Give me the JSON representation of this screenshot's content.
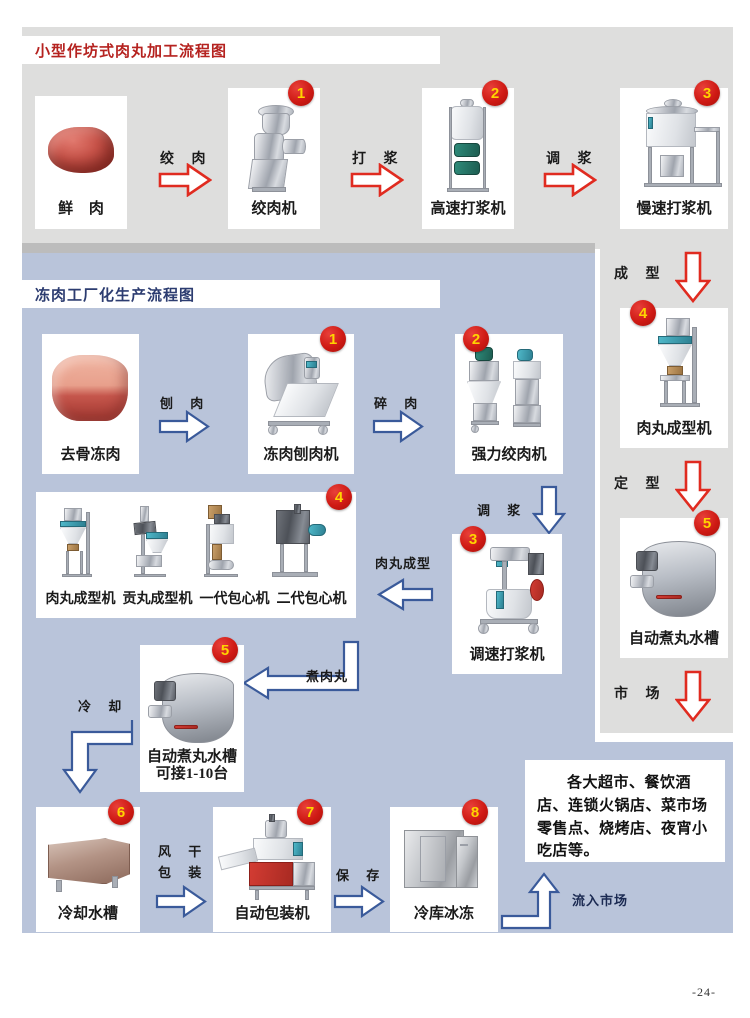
{
  "page": {
    "number": "-24-"
  },
  "section_top": {
    "title": "小型作坊式肉丸加工流程图",
    "title_color": "#b5221f",
    "cards": [
      {
        "badge": "",
        "caption": "鲜 肉",
        "icon": "fresh-meat-photo"
      },
      {
        "badge": "1",
        "caption": "绞肉机",
        "icon": "meat-grinder-photo"
      },
      {
        "badge": "2",
        "caption": "高速打浆机",
        "icon": "high-speed-beater-photo"
      },
      {
        "badge": "3",
        "caption": "慢速打浆机",
        "icon": "slow-speed-beater-photo"
      }
    ],
    "step_labels": [
      "绞 肉",
      "打 浆",
      "调 浆"
    ]
  },
  "section_bottom": {
    "title": "冻肉工厂化生产流程图",
    "title_color": "#2c3c70",
    "cards": [
      {
        "badge": "",
        "caption": "去骨冻肉",
        "icon": "boneless-frozen-meat-photo"
      },
      {
        "badge": "1",
        "caption": "冻肉刨肉机",
        "icon": "frozen-meat-slicer-photo"
      },
      {
        "badge": "2",
        "caption": "强力绞肉机",
        "icon": "heavy-duty-grinder-photo"
      },
      {
        "badge": "3",
        "caption": "调速打浆机",
        "icon": "variable-speed-beater-photo"
      },
      {
        "badge": "6",
        "caption": "冷却水槽",
        "icon": "cooling-tank-photo"
      },
      {
        "badge": "7",
        "caption": "自动包装机",
        "icon": "auto-packing-machine-photo"
      },
      {
        "badge": "8",
        "caption": "冷库冰冻",
        "icon": "cold-storage-photo"
      }
    ],
    "forming_group": {
      "badge": "4",
      "machines": [
        "肉丸成型机",
        "贡丸成型机",
        "一代包心机",
        "二代包心机"
      ]
    },
    "boiler_card": {
      "badge": "5",
      "caption_line1": "自动煮丸水槽",
      "caption_line2": "可接1-10台",
      "icon": "auto-boiling-tank-photo"
    },
    "step_labels": {
      "slice": "刨 肉",
      "crush": "碎 肉",
      "slurry": "调 浆",
      "forming": "肉丸成型",
      "boil": "煮肉丸",
      "cool": "冷 却",
      "dry_pack_l1": "风 干",
      "dry_pack_l2": "包 装",
      "store": "保 存"
    }
  },
  "section_right": {
    "cards": [
      {
        "badge": "4",
        "caption": "肉丸成型机",
        "icon": "meatball-forming-machine-photo"
      },
      {
        "badge": "5",
        "caption": "自动煮丸水槽",
        "icon": "auto-boiling-tank-photo"
      }
    ],
    "step_labels": [
      "成 型",
      "定 型",
      "市 场"
    ]
  },
  "market": {
    "text": "各大超市、餐饮酒店、连锁火锅店、菜市场零售点、烧烤店、夜宵小吃店等。",
    "flow_label": "流入市场"
  },
  "colors": {
    "gray_panel": "#dededd",
    "blue_panel": "#b9c4da",
    "badge_red": "#cf1a14",
    "badge_text": "#ffd400",
    "arrow_red": "#e02b20",
    "arrow_blue": "#3a5a9a"
  }
}
